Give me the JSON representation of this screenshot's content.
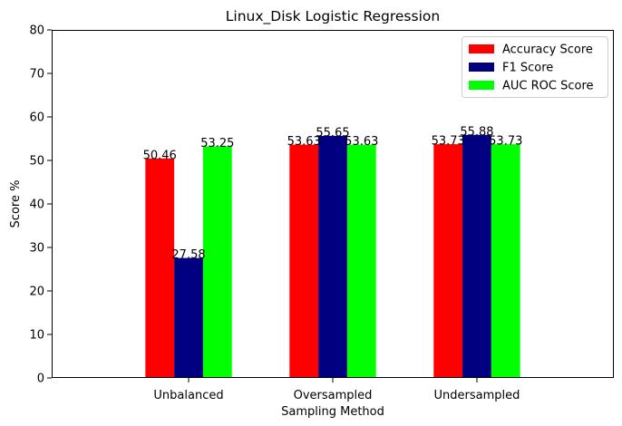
{
  "chart_data": {
    "type": "bar",
    "title": "Linux_Disk Logistic Regression",
    "xlabel": "Sampling Method",
    "ylabel": "Score %",
    "categories": [
      "Unbalanced",
      "Oversampled",
      "Undersampled"
    ],
    "series": [
      {
        "name": "Accuracy Score",
        "values": [
          50.46,
          53.63,
          53.73
        ],
        "labels": [
          "50.46",
          "53.63",
          "53.73"
        ],
        "color": "#ff0000"
      },
      {
        "name": "F1 Score",
        "values": [
          27.58,
          55.65,
          55.88
        ],
        "labels": [
          "27.58",
          "55.65",
          "55.88"
        ],
        "color": "#000080"
      },
      {
        "name": "AUC ROC Score",
        "values": [
          53.25,
          53.63,
          53.73
        ],
        "labels": [
          "53.25",
          "53.63",
          "53.73"
        ],
        "color": "#00ff00"
      }
    ],
    "ylim": [
      0,
      80
    ],
    "yticks": [
      "0",
      "10",
      "20",
      "30",
      "40",
      "50",
      "60",
      "70",
      "80"
    ],
    "grid": false,
    "legend_position": "top-right"
  }
}
